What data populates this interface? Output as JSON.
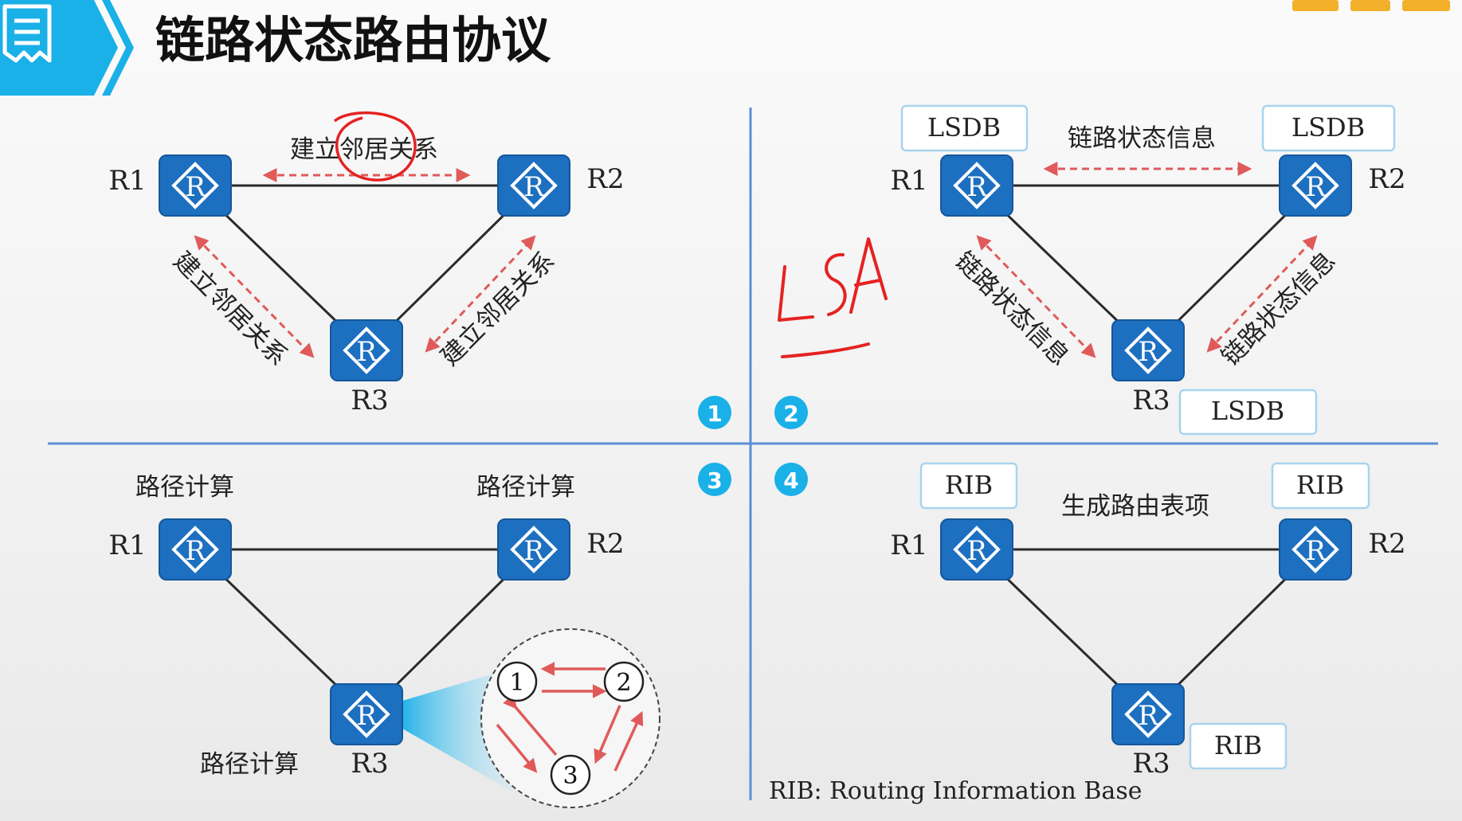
{
  "slide": {
    "title": "链路状态路由协议",
    "header_icon": "document-list-icon",
    "accent_color": "#1ab0e8",
    "router_color": "#1d6fc0",
    "arrow_color": "#e05a5a",
    "line_color": "#2a2a2a",
    "divider_color": "#5b8fd6"
  },
  "routers": {
    "r1": "R1",
    "r2": "R2",
    "r3": "R3",
    "router_glyph": "R"
  },
  "step_badges": [
    "1",
    "2",
    "3",
    "4"
  ],
  "panel1": {
    "neighbor_label_top": "建立邻居关系",
    "neighbor_label_left": "建立邻居关系",
    "neighbor_label_right": "建立邻居关系"
  },
  "panel2": {
    "lsdb_label": "LSDB",
    "link_state_info_top": "链路状态信息",
    "link_state_info_left": "链路状态信息",
    "link_state_info_right": "链路状态信息",
    "handwritten_note": "LSA"
  },
  "panel3": {
    "path_calc_r1": "路径计算",
    "path_calc_r2": "路径计算",
    "path_calc_r3": "路径计算",
    "spf_nodes": [
      "1",
      "2",
      "3"
    ]
  },
  "panel4": {
    "rib_label": "RIB",
    "generate_routes": "生成路由表项",
    "rib_footnote": "RIB: Routing Information Base"
  }
}
